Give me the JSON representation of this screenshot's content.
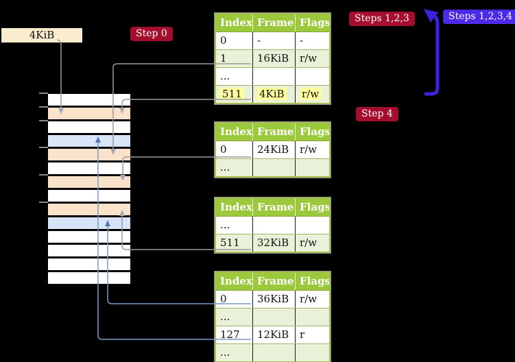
{
  "colors": {
    "accent_red": "#a50d2e",
    "accent_blue": "#4b2be8",
    "arrow_blue": "#3a23dd",
    "header_green": "#9cc93c",
    "row_green": "#e9f1d8",
    "frame_peach": "#fbe3cb",
    "frame_blue": "#d8e5f6",
    "label_beige": "#fbeccd",
    "highlight_yellow": "#ffff9e",
    "line_gray": "#9a9a9a",
    "arrow_gray": "#a3abb5",
    "line_blue": "#7b97c9",
    "arrow_steel_blue": "#4f76b8"
  },
  "frame_size_label": {
    "text": "4KiB"
  },
  "badges": {
    "step0": {
      "label": "Step 0"
    },
    "steps123": {
      "label": "Steps 1,2,3"
    },
    "steps1234": {
      "label": "Steps 1,2,3,4"
    },
    "step4": {
      "label": "Step 4"
    }
  },
  "tables": [
    {
      "name": "page-table-top",
      "headers": [
        "Index",
        "Frame",
        "Flags"
      ],
      "rows": [
        {
          "index": "0",
          "frame": "-",
          "flags": "-"
        },
        {
          "index": "1",
          "frame": "16KiB",
          "flags": "r/w"
        },
        {
          "index": "...",
          "frame": "",
          "flags": ""
        },
        {
          "index": "511",
          "frame": "4KiB",
          "flags": "r/w"
        }
      ]
    },
    {
      "name": "page-table-second",
      "headers": [
        "Index",
        "Frame",
        "Flags"
      ],
      "rows": [
        {
          "index": "0",
          "frame": "24KiB",
          "flags": "r/w"
        },
        {
          "index": "...",
          "frame": "",
          "flags": ""
        }
      ]
    },
    {
      "name": "page-table-third",
      "headers": [
        "Index",
        "Frame",
        "Flags"
      ],
      "rows": [
        {
          "index": "...",
          "frame": "",
          "flags": ""
        },
        {
          "index": "511",
          "frame": "32KiB",
          "flags": "r/w"
        }
      ]
    },
    {
      "name": "page-table-bottom",
      "headers": [
        "Index",
        "Frame",
        "Flags"
      ],
      "rows": [
        {
          "index": "0",
          "frame": "36KiB",
          "flags": "r/w"
        },
        {
          "index": "...",
          "frame": "",
          "flags": ""
        },
        {
          "index": "127",
          "frame": "12KiB",
          "flags": "r"
        },
        {
          "index": "...",
          "frame": "",
          "flags": ""
        }
      ]
    }
  ],
  "memory": {
    "rows": [
      "white",
      "peach",
      "white",
      "blue",
      "peach",
      "white",
      "peach",
      "white",
      "peach",
      "blue",
      "white",
      "white",
      "white",
      "white"
    ],
    "tick_offsets": [
      -2,
      18,
      38,
      77,
      117,
      157
    ]
  }
}
